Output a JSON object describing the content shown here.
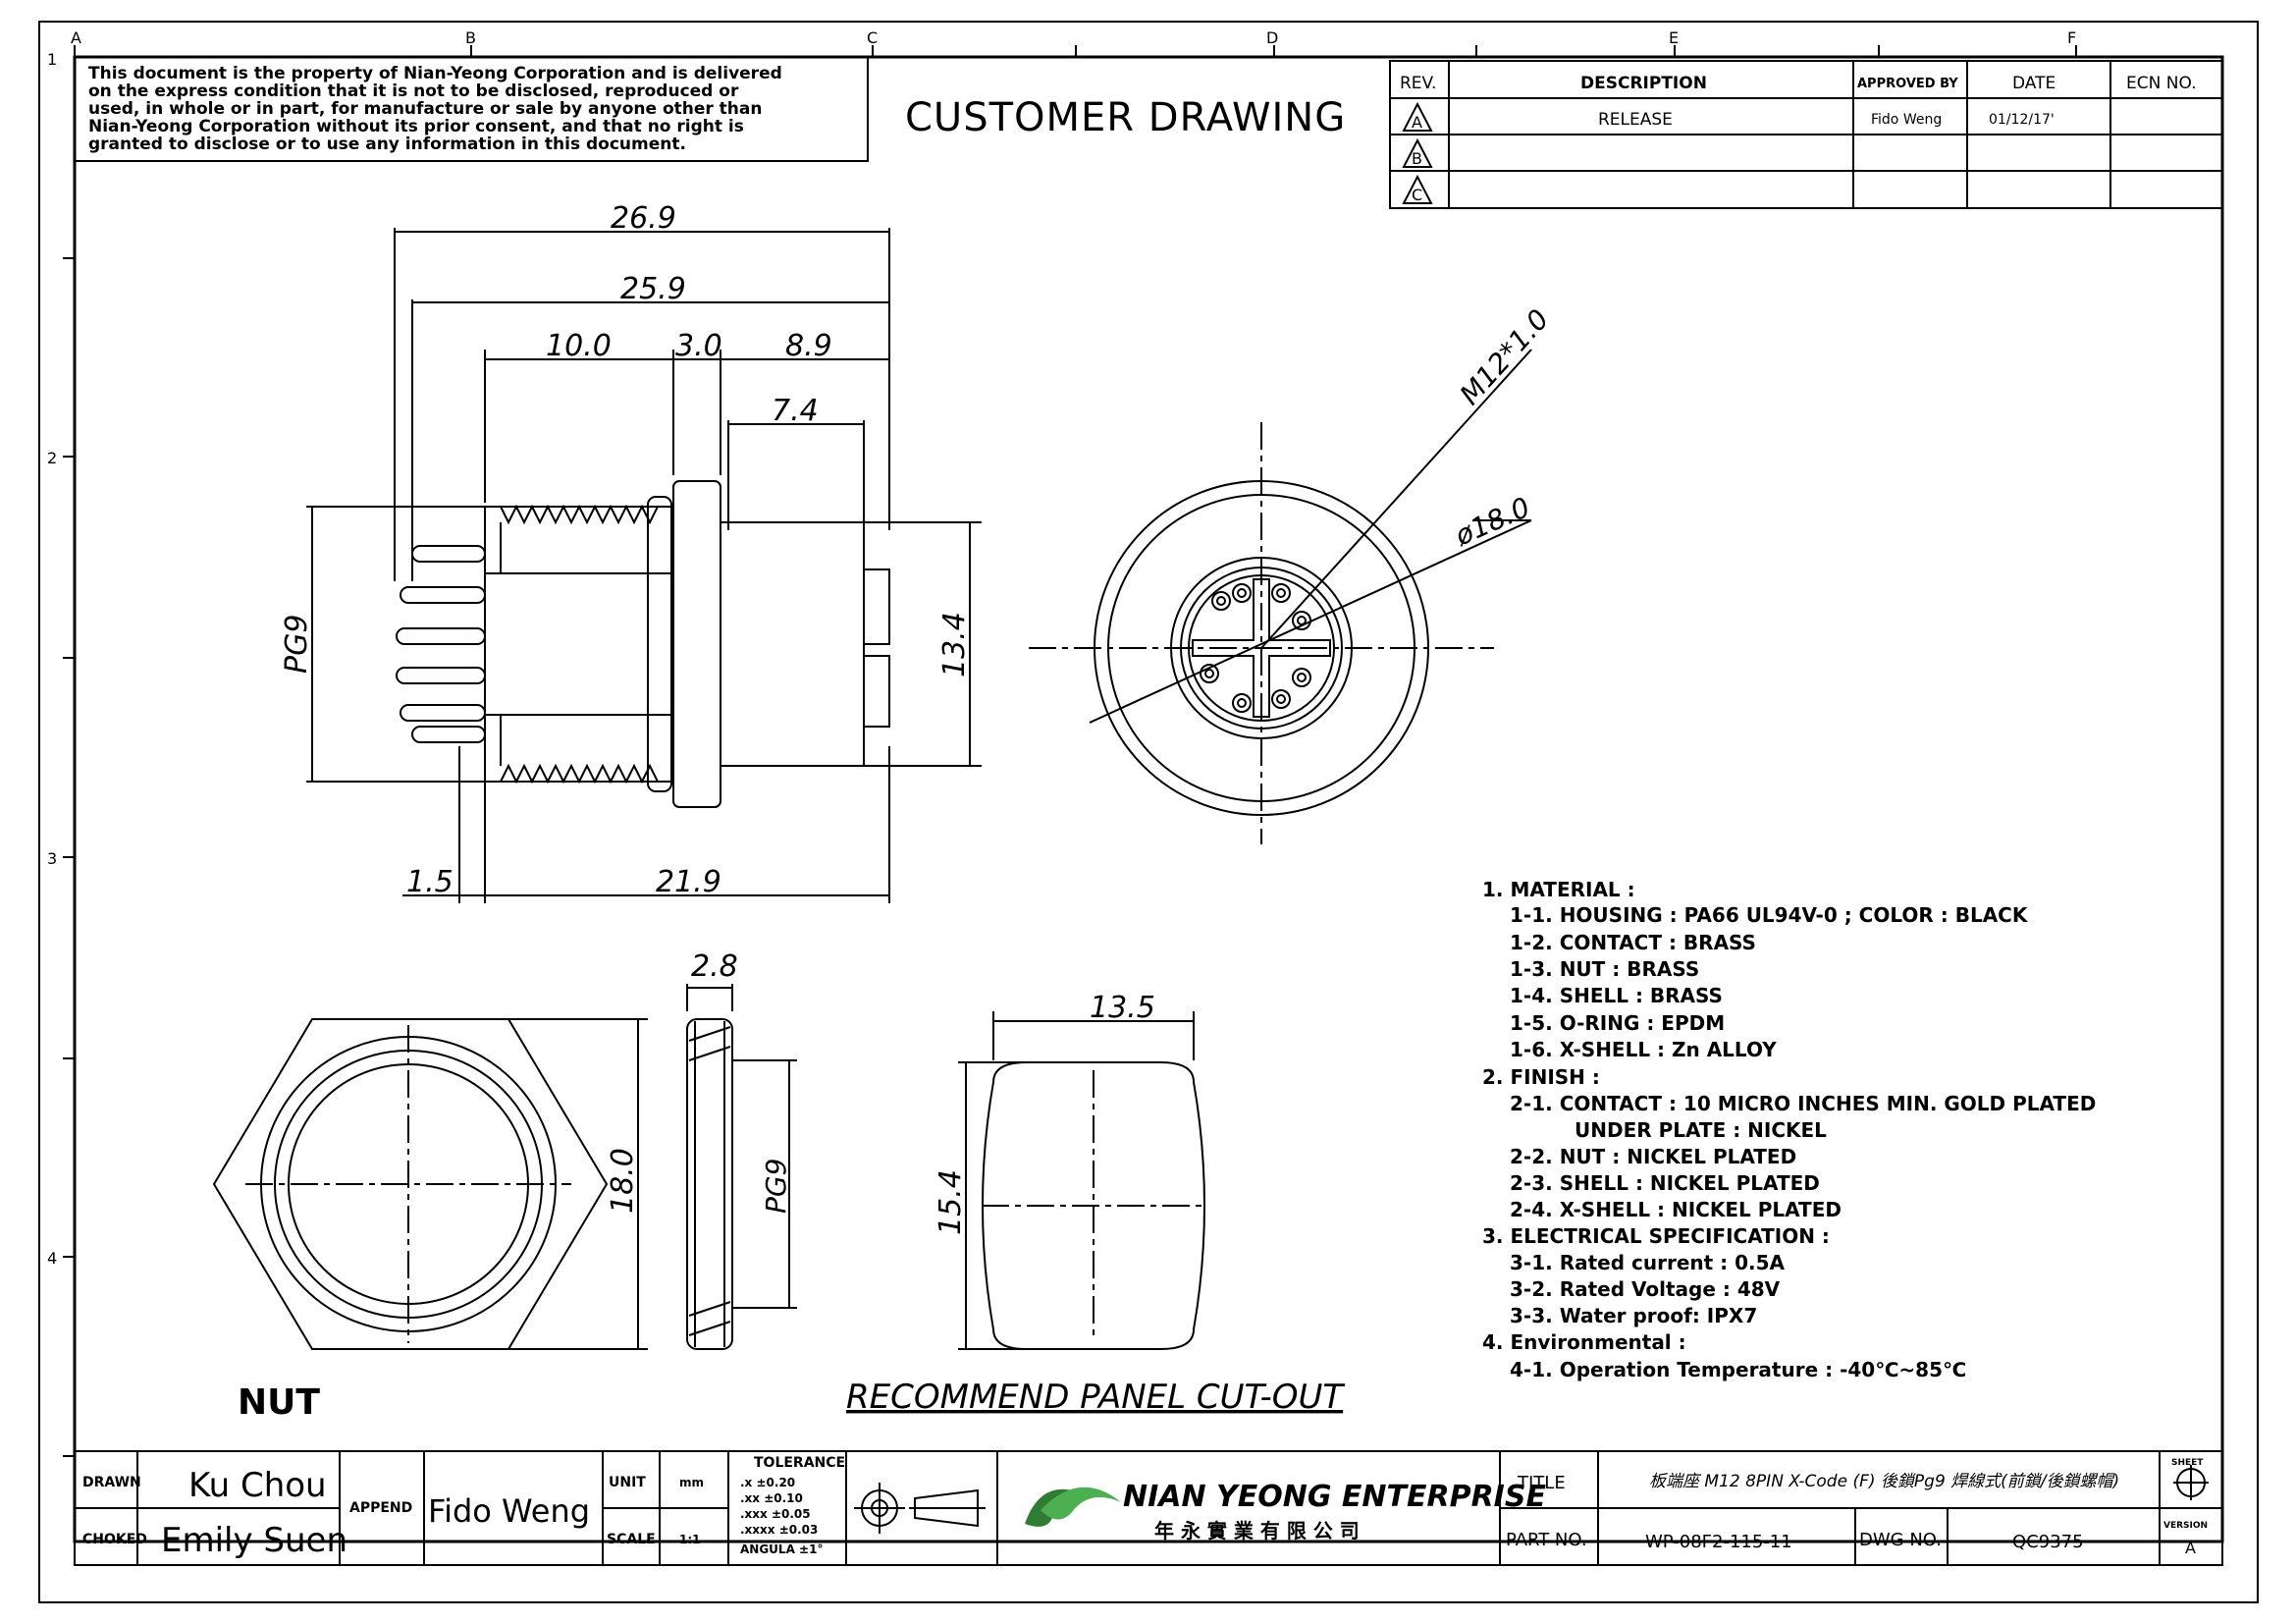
{
  "notice": [
    "This document is the property of Nian-Yeong Corporation and is delivered",
    "on  the  express condition that it is not to be disclosed, reproduced or",
    "used, in whole or in part, for manufacture or sale by anyone other than",
    "Nian-Yeong Corporation without  its prior consent, and that  no right  is",
    "granted to disclose or to use any information in this  document."
  ],
  "header_title": "CUSTOMER  DRAWING",
  "zones": {
    "columns": [
      "A",
      "B",
      "C",
      "D",
      "E",
      "F"
    ],
    "rows": [
      "1",
      "2",
      "3",
      "4"
    ]
  },
  "revision_table": {
    "headers": [
      "REV.",
      "DESCRIPTION",
      "APPROVED BY",
      "DATE",
      "ECN NO."
    ],
    "rows": [
      {
        "rev": "A",
        "description": "RELEASE",
        "approved_by": "Fido Weng",
        "date": "01/12/17'",
        "ecn": ""
      },
      {
        "rev": "B",
        "description": "",
        "approved_by": "",
        "date": "",
        "ecn": ""
      },
      {
        "rev": "C",
        "description": "",
        "approved_by": "",
        "date": "",
        "ecn": ""
      }
    ]
  },
  "dimensions": {
    "overall_a": "26.9",
    "overall_b": "25.9",
    "seg_1": "10.0",
    "seg_2": "3.0",
    "seg_3": "8.9",
    "seg_4": "7.4",
    "pg9": "PG9",
    "height": "13.4",
    "bottom_left": "1.5",
    "bottom_right": "21.9",
    "thread": "M12*1.0",
    "diameter": "ø18.0",
    "nut_thickness": "2.8",
    "nut_height": "18.0",
    "nut_pg9": "PG9",
    "cut_width": "13.5",
    "cut_height": "15.4"
  },
  "labels": {
    "nut": "NUT",
    "cutout": "RECOMMEND PANEL CUT-OUT"
  },
  "notes": [
    "1. MATERIAL :",
    "1-1. HOUSING : PA66  UL94V-0 ; COLOR : BLACK",
    "1-2. CONTACT : BRASS",
    "1-3. NUT : BRASS",
    "1-4. SHELL : BRASS",
    "1-5. O-RING : EPDM",
    "1-6. X-SHELL : Zn ALLOY",
    "2. FINISH :",
    "2-1. CONTACT : 10 MICRO INCHES MIN. GOLD PLATED",
    "UNDER PLATE : NICKEL",
    "2-2. NUT : NICKEL PLATED",
    "2-3. SHELL : NICKEL PLATED",
    "2-4. X-SHELL : NICKEL PLATED",
    "3. ELECTRICAL SPECIFICATION :",
    "3-1. Rated current : 0.5A",
    "3-2. Rated Voltage : 48V",
    "3-3. Water proof: IPX7",
    "4. Environmental :",
    "4-1. Operation Temperature : -40℃~85℃"
  ],
  "title_block": {
    "drawn_label": "DRAWN",
    "drawn_by": "Ku Chou",
    "checked_label": "CHOKED",
    "checked_by": "Emily Suen",
    "append_label": "APPEND",
    "append_by": "Fido Weng",
    "unit_label": "UNIT",
    "unit_value": "mm",
    "scale_label": "SCALE",
    "scale_value": "1:1",
    "tolerance_title": "TOLERANCE",
    "tolerances": [
      ".x  ±0.20",
      ".xx  ±0.10",
      ".xxx  ±0.05",
      ".xxxx  ±0.03",
      "ANGULA  ±1°"
    ],
    "company_en": "NIAN YEONG ENTERPRISE",
    "company_zh": "年 永 實 業 有 限 公 司",
    "title_label": "TITLE",
    "title_value": "板端座 M12 8PIN X-Code (F) 後鎖Pg9 焊線式(前鎖/後鎖螺帽)",
    "part_label": "PART NO.",
    "part_value": "WP-08F2-115-11",
    "dwg_label": "DWG NO.",
    "dwg_value": "QC9375",
    "sheet_label": "SHEET",
    "version_label": "VERSION",
    "version_value": "A"
  }
}
